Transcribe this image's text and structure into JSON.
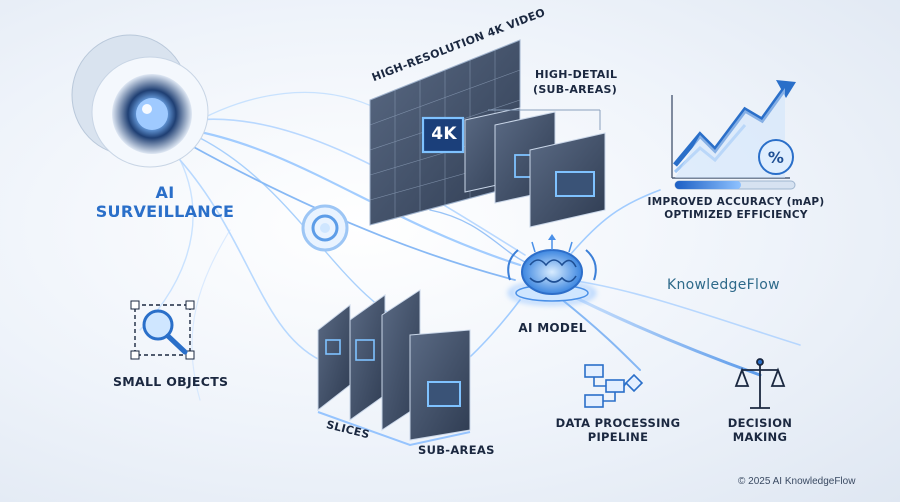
{
  "labels": {
    "ai": "AI",
    "surveillance": "SURVEILLANCE",
    "video_title": "HIGH-RESOLUTION 4K VIDEO",
    "badge_4k": "4K",
    "high_detail": "HIGH-DETAIL",
    "sub_areas_paren": "(SUB-AREAS)",
    "accuracy": "IMPROVED ACCURACY (mAP)",
    "efficiency": "OPTIMIZED EFFICIENCY",
    "percent": "%",
    "brand": "KnowledgeFlow",
    "ai_model": "AI MODEL",
    "small_objects": "SMALL OBJECTS",
    "slices": "SLICES",
    "sub_areas": "SUB-AREAS",
    "pipeline_line1": "DATA PROCESSING",
    "pipeline_line2": "PIPELINE",
    "decision_line1": "DECISION",
    "decision_line2": "MAKING",
    "copyright": "© 2025 AI KnowledgeFlow"
  },
  "icons": [
    "camera-icon",
    "lens-icon",
    "brain-icon",
    "magnifier-icon",
    "trend-chart-icon",
    "percent-icon",
    "flowchart-icon",
    "scales-icon"
  ],
  "colors": {
    "accent": "#2a6fc9",
    "dark": "#1b2840",
    "glow": "#7fb8ff",
    "panel": "#3b4a63"
  },
  "progress": {
    "accuracy_fill": 0.55
  }
}
